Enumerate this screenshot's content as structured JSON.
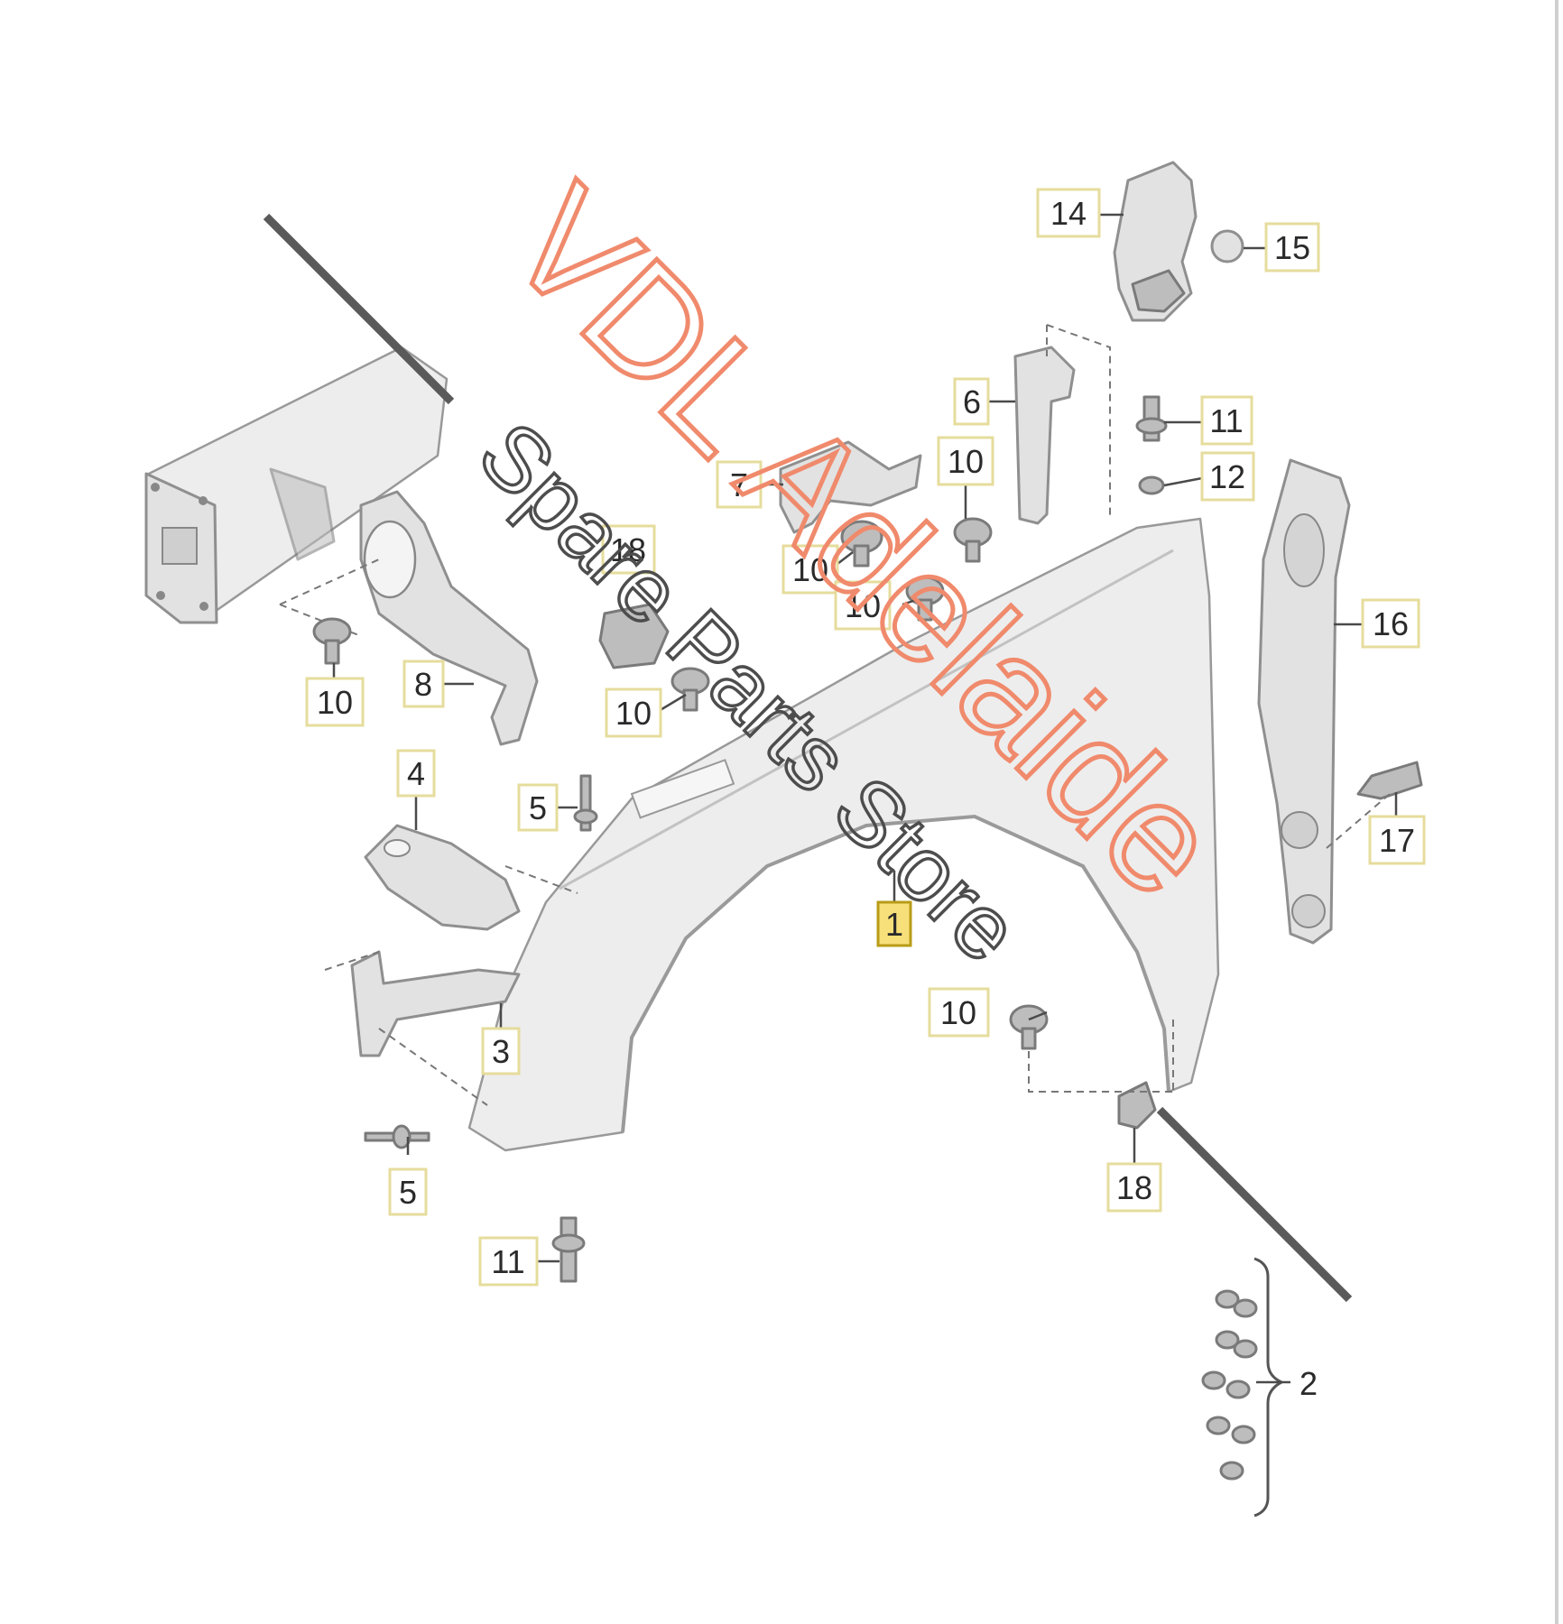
{
  "diagram": {
    "callouts": {
      "c1": "1",
      "c2": "2",
      "c3": "3",
      "c4": "4",
      "c5a": "5",
      "c5b": "5",
      "c6": "6",
      "c7": "7",
      "c8": "8",
      "c10a": "10",
      "c10b": "10",
      "c10c": "10",
      "c10d": "10",
      "c10e": "10",
      "c10f": "10",
      "c11a": "11",
      "c11b": "11",
      "c12": "12",
      "c14": "14",
      "c15": "15",
      "c16": "16",
      "c17": "17",
      "c18a": "18",
      "c18b": "18"
    },
    "highlighted_callout": "1"
  },
  "watermark": {
    "line1": "VDL Adelaide",
    "line2": "Spare Parts Store"
  },
  "colors": {
    "watermark_line1": "#f08a6c",
    "watermark_line2": "#4d4d4d",
    "callout_border": "#e6dc9c",
    "highlight_fill": "#f7e07a"
  }
}
